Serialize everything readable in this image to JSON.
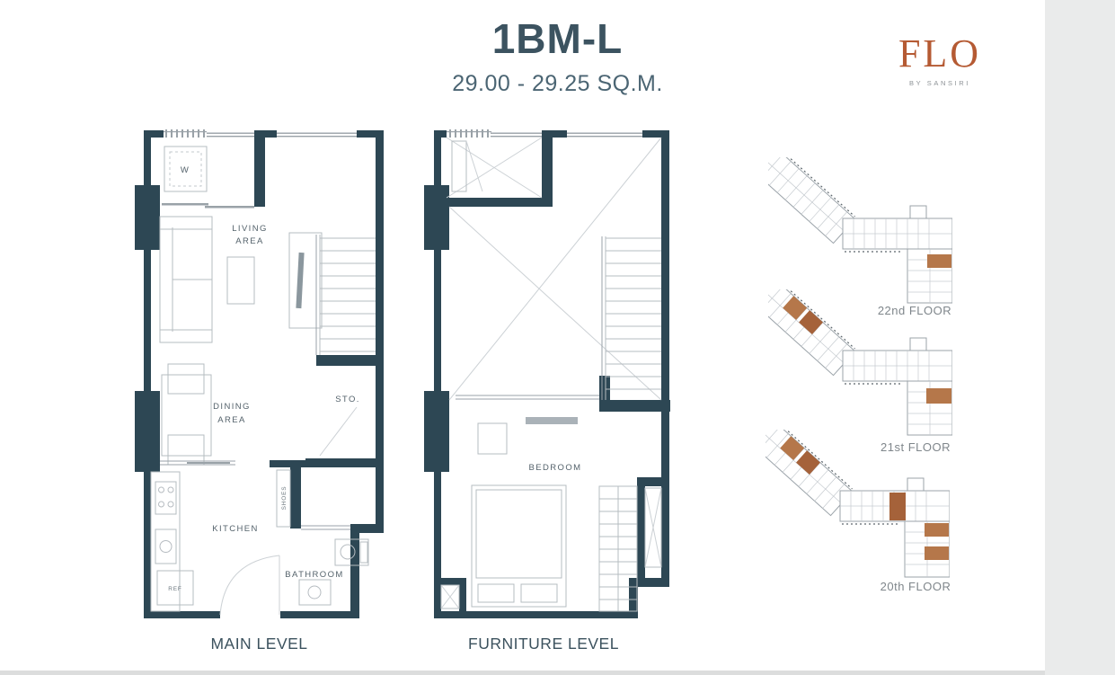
{
  "header": {
    "unit_type": "1BM-L",
    "area": "29.00 - 29.25 SQ.M."
  },
  "brand": {
    "logo_text": "FLO",
    "tagline": "BY SANSIRI"
  },
  "plans": {
    "main": {
      "label": "MAIN LEVEL",
      "rooms": {
        "washer": "W",
        "living_1": "LIVING",
        "living_2": "AREA",
        "dining_1": "DINING",
        "dining_2": "AREA",
        "storage": "STO.",
        "kitchen": "KITCHEN",
        "bathroom": "BATHROOM",
        "shoes": "SHOES",
        "fridge": "REF"
      }
    },
    "furniture": {
      "label": "FURNITURE LEVEL",
      "rooms": {
        "bedroom": "BEDROOM"
      }
    }
  },
  "key_plans": [
    {
      "label": "22nd FLOOR"
    },
    {
      "label": "21st FLOOR"
    },
    {
      "label": "20th FLOOR"
    }
  ],
  "colors": {
    "wall": "#2d4754",
    "logo": "#b55a33",
    "unit_highlight": "#b5774a",
    "title": "#3c5360",
    "subtitle": "#4b6573",
    "room_label": "#54626b",
    "floor_label": "#7f868b"
  }
}
